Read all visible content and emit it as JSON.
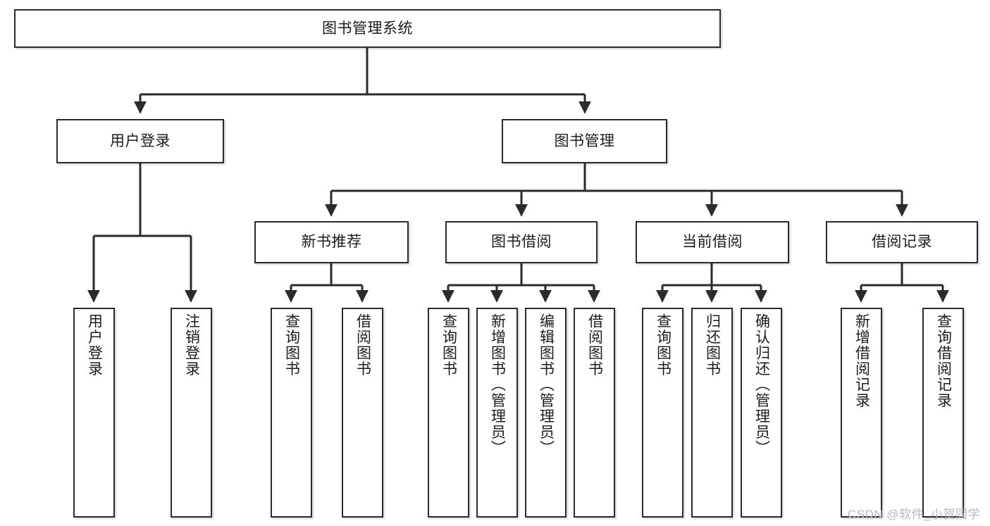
{
  "diagram": {
    "type": "tree-hierarchy",
    "title_node": {
      "id": "root",
      "label": "图书管理系统"
    },
    "level2": [
      {
        "id": "login",
        "label": "用户登录"
      },
      {
        "id": "bookmgmt",
        "label": "图书管理"
      }
    ],
    "level3": [
      {
        "id": "newbook",
        "label": "新书推荐",
        "parent": "bookmgmt"
      },
      {
        "id": "borrow",
        "label": "图书借阅",
        "parent": "bookmgmt"
      },
      {
        "id": "current",
        "label": "当前借阅",
        "parent": "bookmgmt"
      },
      {
        "id": "records",
        "label": "借阅记录",
        "parent": "bookmgmt"
      }
    ],
    "leaves": {
      "login": [
        {
          "id": "leaf-user-login",
          "label": "用户登录"
        },
        {
          "id": "leaf-logout",
          "label": "注销登录"
        }
      ],
      "newbook": [
        {
          "id": "leaf-query-book-1",
          "label": "查询图书"
        },
        {
          "id": "leaf-borrow-book-1",
          "label": "借阅图书"
        }
      ],
      "borrow": [
        {
          "id": "leaf-query-book-2",
          "label": "查询图书"
        },
        {
          "id": "leaf-add-book",
          "label": "新增图书（管理员）"
        },
        {
          "id": "leaf-edit-book",
          "label": "编辑图书（管理员）"
        },
        {
          "id": "leaf-borrow-book-2",
          "label": "借阅图书"
        }
      ],
      "current": [
        {
          "id": "leaf-query-book-3",
          "label": "查询图书"
        },
        {
          "id": "leaf-return-book",
          "label": "归还图书"
        },
        {
          "id": "leaf-confirm-return",
          "label": "确认归还（管理员）"
        }
      ],
      "records": [
        {
          "id": "leaf-add-record",
          "label": "新增借阅记录"
        },
        {
          "id": "leaf-query-record",
          "label": "查询借阅记录"
        }
      ]
    }
  },
  "watermark": {
    "text": "CSDN @软件_小贺同学"
  },
  "colors": {
    "stroke": "#2b2b2b",
    "fill": "#ffffff",
    "text": "#1c1c1c",
    "watermark": "#b9b9b9"
  }
}
